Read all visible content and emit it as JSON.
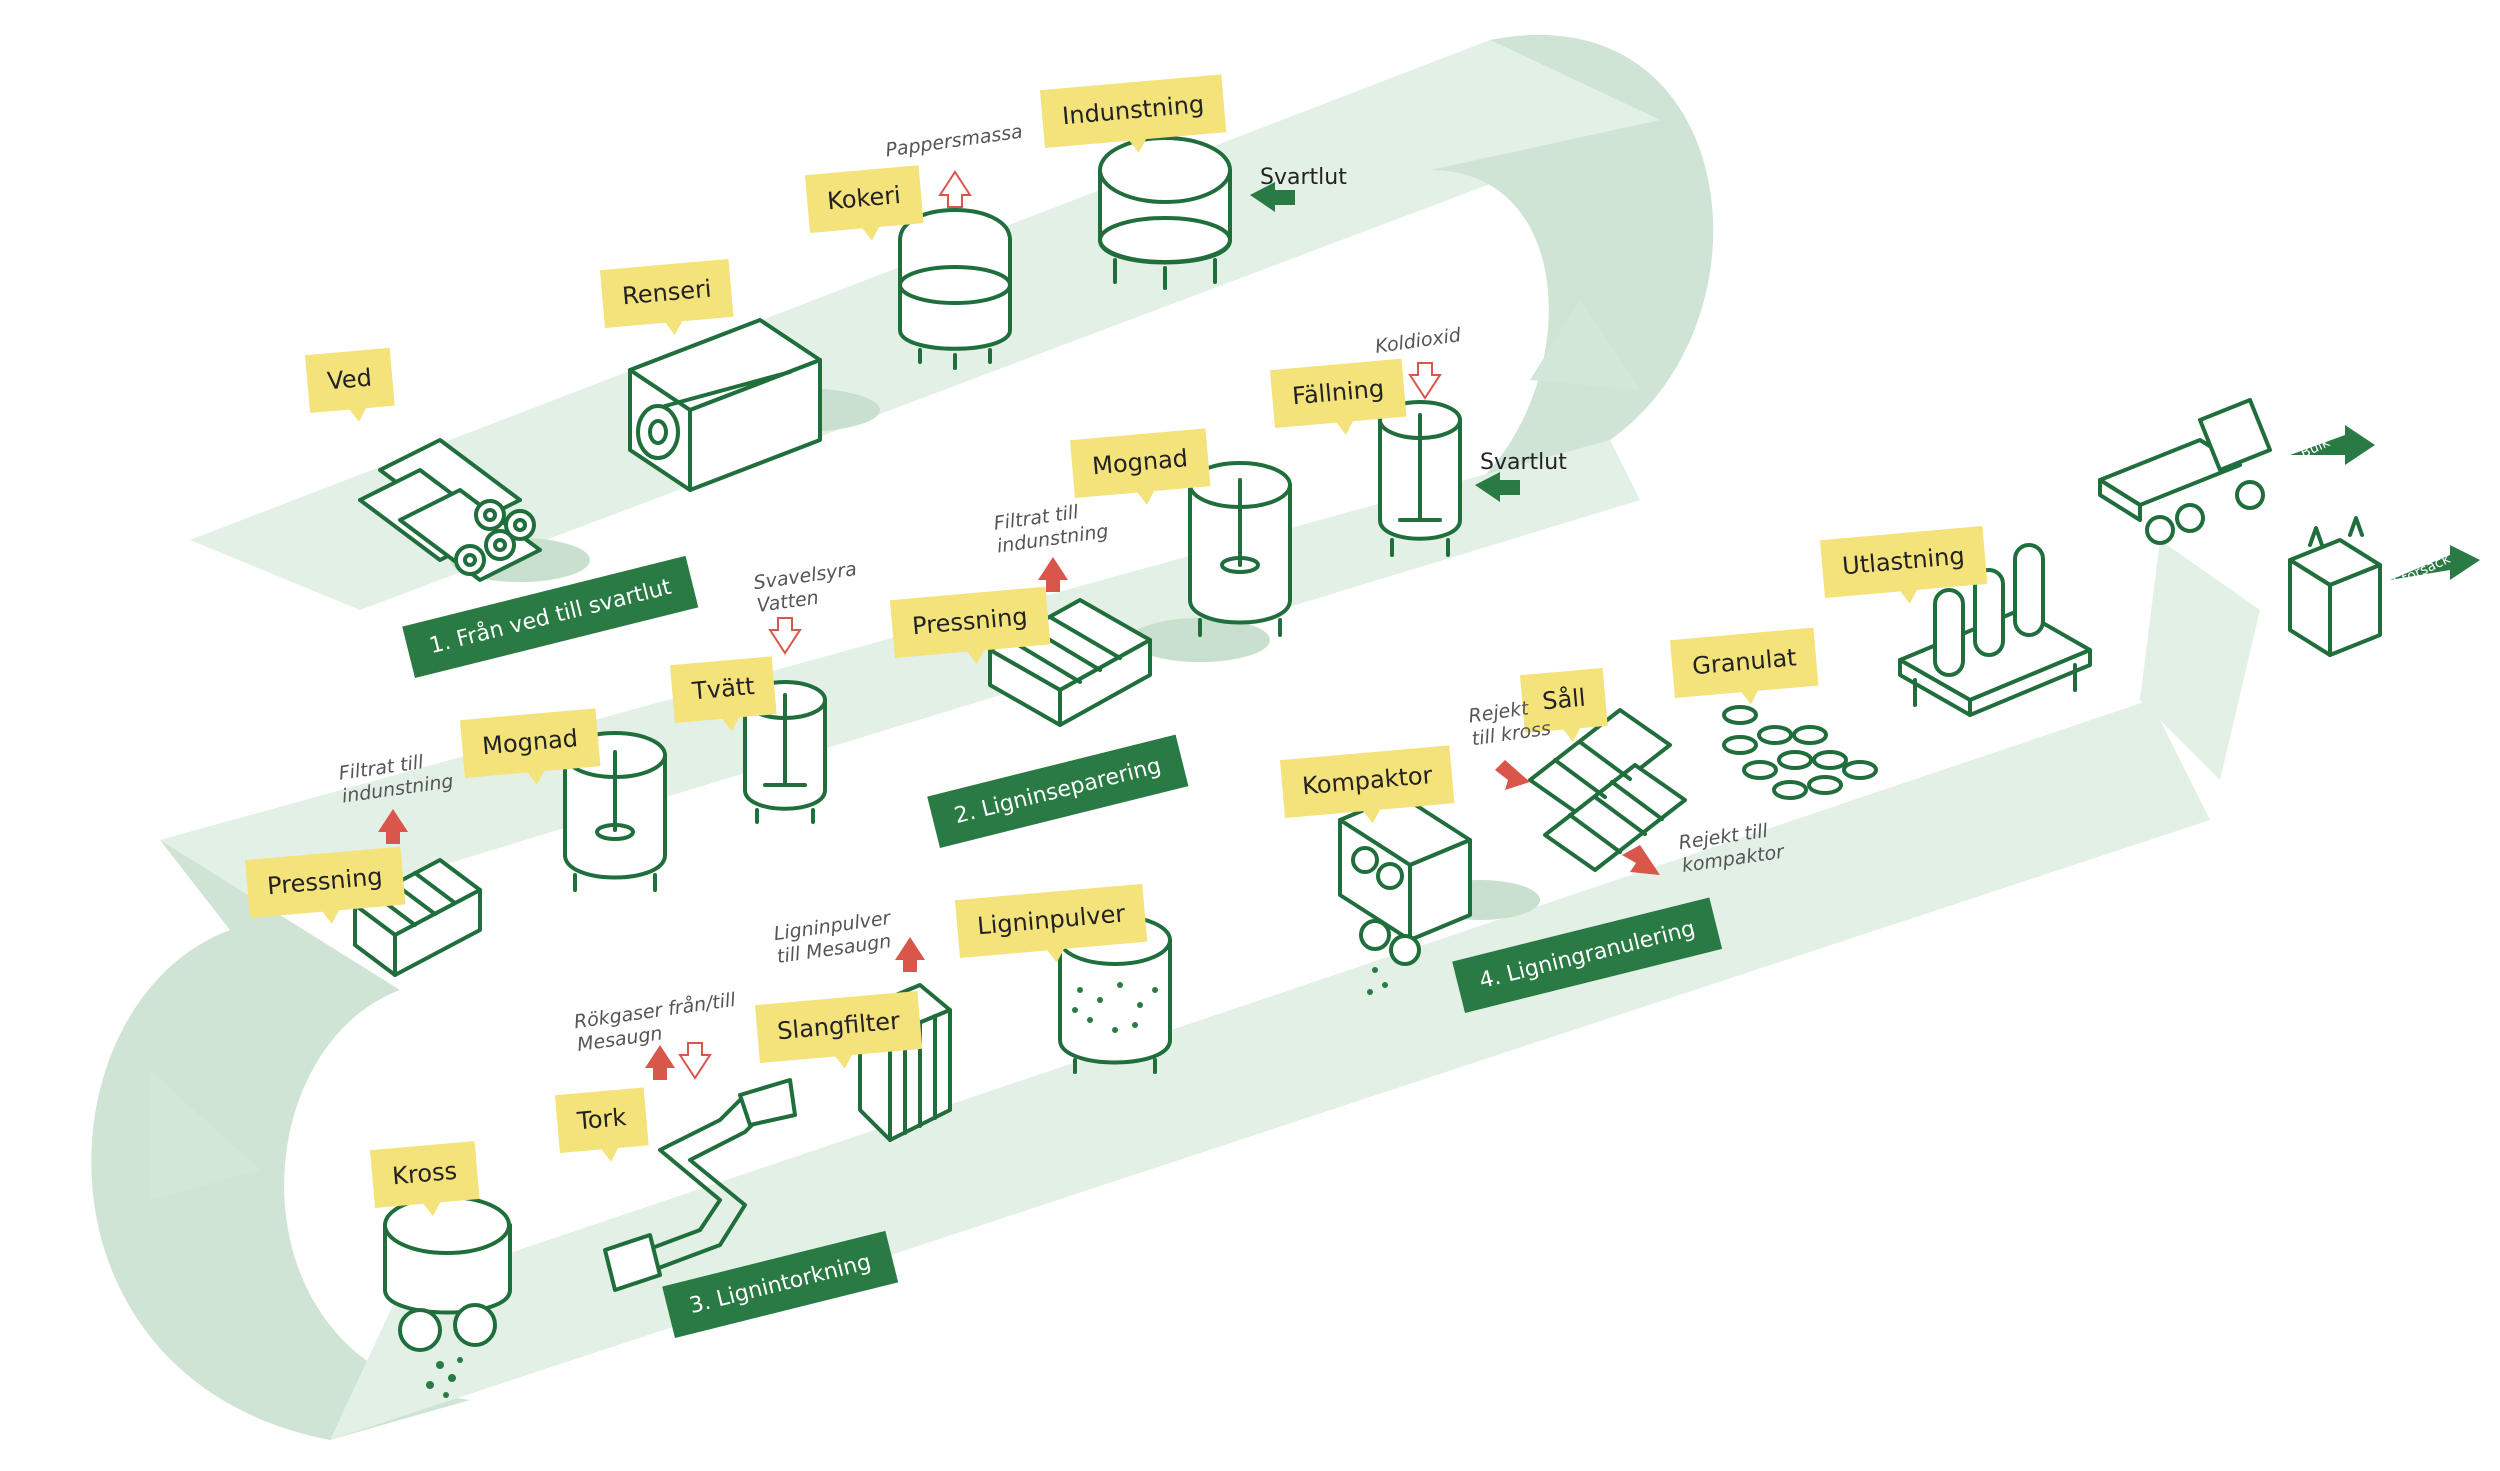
{
  "colors": {
    "band": "#e3f0e6",
    "band_dark": "#cfe4d5",
    "label_yellow": "#f4e27a",
    "stage_green": "#2a7a44",
    "equipment_stroke": "#1f6e3c",
    "arrow_red": "#d9564a",
    "arrow_green": "#2a7a44"
  },
  "stages": {
    "s1": "1. Från ved till svartlut",
    "s2": "2. Ligninseparering",
    "s3": "3. Lignintorkning",
    "s4": "4. Ligningranulering"
  },
  "labels": {
    "ved": "Ved",
    "renseri": "Renseri",
    "kokeri": "Kokeri",
    "indunstning": "Indunstning",
    "fallning": "Fällning",
    "mognad_top": "Mognad",
    "pressning_top": "Pressning",
    "tvatt": "Tvätt",
    "mognad_left": "Mognad",
    "pressning_left": "Pressning",
    "kross": "Kross",
    "tork": "Tork",
    "slangfilter": "Slangfilter",
    "ligninpulver": "Ligninpulver",
    "kompaktor": "Kompaktor",
    "sall": "Såll",
    "granulat": "Granulat",
    "utlastning": "Utlastning"
  },
  "notes": {
    "pappersmassa": "Pappersmassa",
    "koldioxid": "Koldioxid",
    "filtrat_top": "Filtrat till\nindunstning",
    "svavelsyra": "Svavelsyra\nVatten",
    "filtrat_left": "Filtrat till\nindunstning",
    "rokgaser": "Rökgaser från/till\nMesaugn",
    "ligninpulver_mesaugn": "Ligninpulver\ntill Mesaugn",
    "rejekt_kross": "Rejekt\ntill kross",
    "rejekt_kompaktor": "Rejekt till\nkompaktor"
  },
  "side_texts": {
    "svartlut_top": "Svartlut",
    "svartlut_mid": "Svartlut"
  },
  "outputs": {
    "bulk": "Bulk",
    "storsack": "Storsäck"
  },
  "icons": [
    "log-pile-icon",
    "debarker-icon",
    "digester-icon",
    "evaporator-tank-icon",
    "precipitation-tank-icon",
    "maturation-tank-icon",
    "filter-press-icon",
    "wash-tank-icon",
    "crusher-icon",
    "dryer-duct-icon",
    "bag-filter-icon",
    "powder-silo-icon",
    "compactor-icon",
    "screen-icon",
    "granule-pile-icon",
    "loading-silos-icon",
    "truck-icon",
    "big-bag-icon"
  ]
}
